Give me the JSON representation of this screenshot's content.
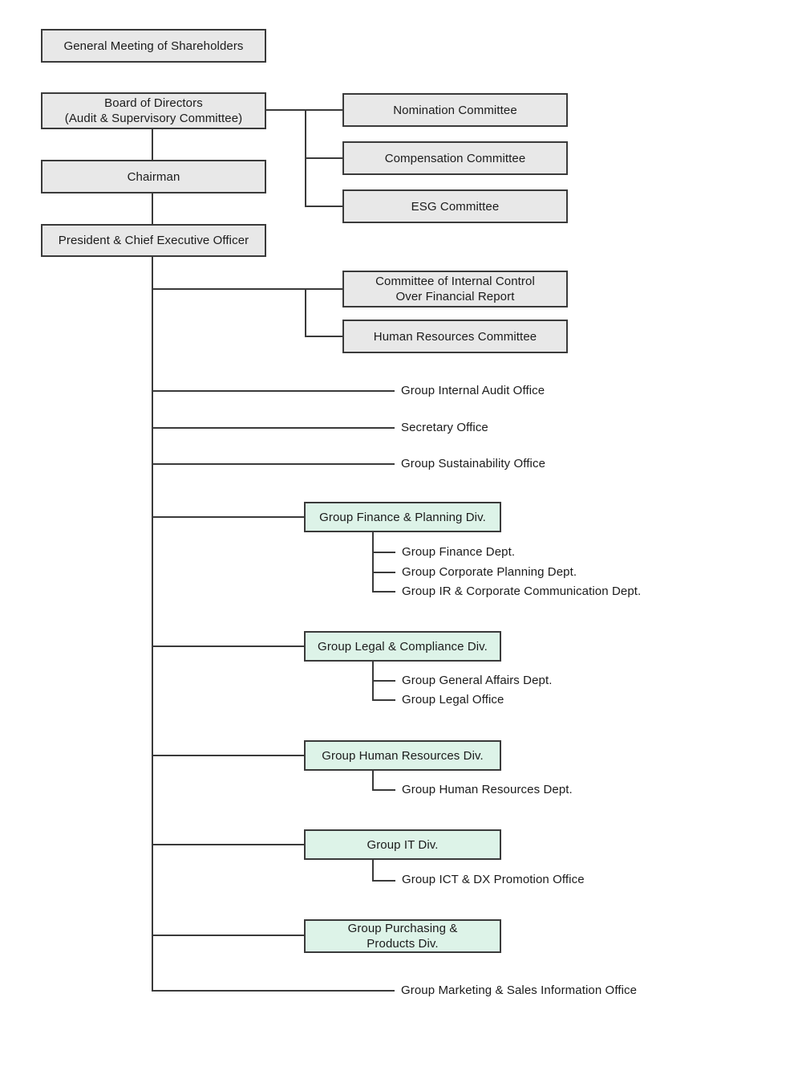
{
  "colors": {
    "box_gray": "#e8e8e8",
    "box_green": "#ddf3e8",
    "line_color": "#3a3a3a",
    "text_color": "#1b1b1b"
  },
  "nodes": {
    "general_meeting": {
      "label": "General Meeting of Shareholders"
    },
    "board_of_directors": {
      "label": "Board of Directors\n(Audit & Supervisory Committee)"
    },
    "chairman": {
      "label": "Chairman"
    },
    "president": {
      "label": "President & Chief Executive Officer"
    }
  },
  "board_committees": [
    {
      "label": "Nomination Committee"
    },
    {
      "label": "Compensation Committee"
    },
    {
      "label": "ESG Committee"
    }
  ],
  "president_committees": [
    {
      "label": "Committee of Internal Control\nOver Financial Report"
    },
    {
      "label": "Human Resources Committee"
    }
  ],
  "offices": [
    {
      "label": "Group Internal Audit Office"
    },
    {
      "label": "Secretary Office"
    },
    {
      "label": "Group Sustainability Office"
    }
  ],
  "divisions": [
    {
      "label": "Group Finance & Planning Div.",
      "depts": [
        "Group Finance Dept.",
        "Group Corporate Planning Dept.",
        "Group IR & Corporate Communication Dept."
      ]
    },
    {
      "label": "Group Legal & Compliance Div.",
      "depts": [
        "Group General Affairs Dept.",
        "Group Legal Office"
      ]
    },
    {
      "label": "Group Human Resources Div.",
      "depts": [
        "Group Human Resources Dept."
      ]
    },
    {
      "label": "Group IT Div.",
      "depts": [
        "Group ICT & DX Promotion Office"
      ]
    },
    {
      "label": "Group Purchasing &\nProducts Div.",
      "depts": []
    }
  ],
  "bottom_office": {
    "label": "Group Marketing & Sales Information Office"
  }
}
